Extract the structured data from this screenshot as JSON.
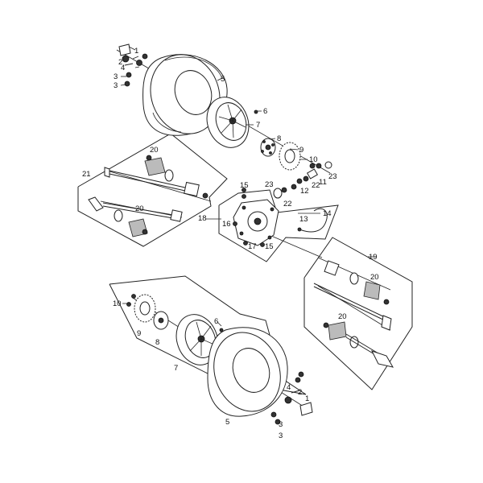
{
  "labels": {
    "front_hub": {
      "l1": "1",
      "l2": "2",
      "l4": "4",
      "l3a": "3",
      "l3b": "3",
      "l5": "5",
      "l6": "6",
      "l7": "7",
      "l8": "8",
      "l9": "9",
      "l10": "10"
    },
    "front_axle": {
      "l20a": "20",
      "l21": "21",
      "l20b": "20"
    },
    "differential": {
      "l23a": "23",
      "l23b": "23",
      "l11": "11",
      "l12": "12",
      "l22a": "22",
      "l22b": "22",
      "l15a": "15",
      "l15b": "15",
      "l16": "16",
      "l17": "17",
      "l18": "18",
      "l13": "13",
      "l14": "14"
    },
    "rear_axle": {
      "l19": "19",
      "l20a": "20",
      "l20b": "20"
    },
    "rear_hub": {
      "l10": "10",
      "l9": "9",
      "l8": "8",
      "l6": "6",
      "l7": "7",
      "l5": "5",
      "l2": "2",
      "l1": "1",
      "l3a": "3",
      "l3b": "3",
      "l4": "4"
    }
  }
}
